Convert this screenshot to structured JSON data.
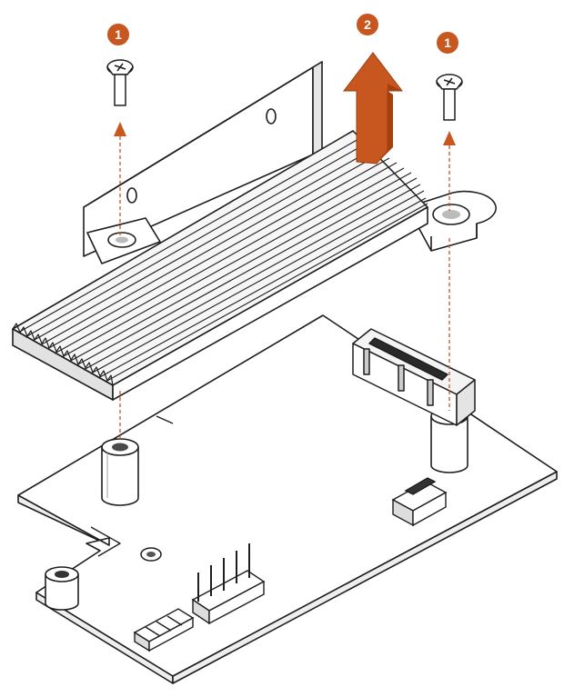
{
  "colors": {
    "accent": "#c8561f",
    "line": "#1e1e1e",
    "fill": "#ffffff",
    "shade": "#e9e9e9"
  },
  "callouts": [
    {
      "id": "step-1-left",
      "label": "1",
      "icon": "numbered-badge"
    },
    {
      "id": "step-2-lift",
      "label": "2",
      "icon": "numbered-badge"
    },
    {
      "id": "step-1-right",
      "label": "1",
      "icon": "numbered-badge"
    }
  ],
  "parts": {
    "screw_left": "screw-icon",
    "screw_right": "screw-icon",
    "heatsink": "heatsink-icon",
    "board": "circuit-board-icon",
    "lift_arrow": "arrow-up-icon"
  }
}
